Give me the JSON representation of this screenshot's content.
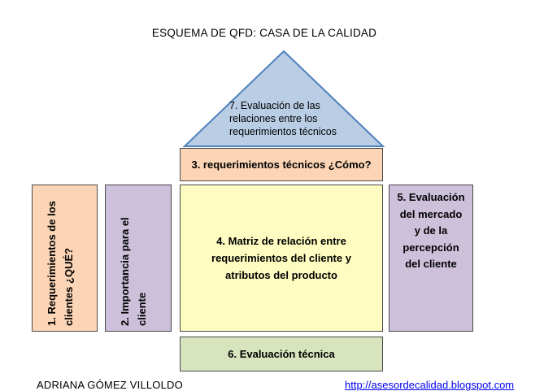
{
  "title": "ESQUEMA DE QFD: CASA DE LA CALIDAD",
  "roof": {
    "lines": [
      "7. Evaluación de las",
      "relaciones entre los",
      "requerimientos técnicos"
    ],
    "fill": "#b9cde5",
    "stroke": "#4f81bd"
  },
  "boxes": {
    "how": "3. requerimientos técnicos ¿Cómo?",
    "matrix": [
      "4. Matriz de relación entre",
      "requerimientos del cliente y",
      "atributos del producto"
    ],
    "technical_eval": "6. Evaluación técnica",
    "market_eval": [
      "5. Evaluación",
      "del mercado",
      "y de la",
      "percepción",
      "del cliente"
    ],
    "what": [
      "1. Requerimientos de los",
      "clientes ¿QUÉ?"
    ],
    "importance": [
      "2. Importancia para el",
      "cliente"
    ]
  },
  "colors": {
    "orange": "#fbd5b5",
    "yellow": "#fefcc0",
    "green": "#d7e4bd",
    "purple": "#ccc0da"
  },
  "footer": {
    "author": "ADRIANA  GÓMEZ VILLOLDO",
    "link": "http://asesordecalidad.blogspot.com"
  }
}
